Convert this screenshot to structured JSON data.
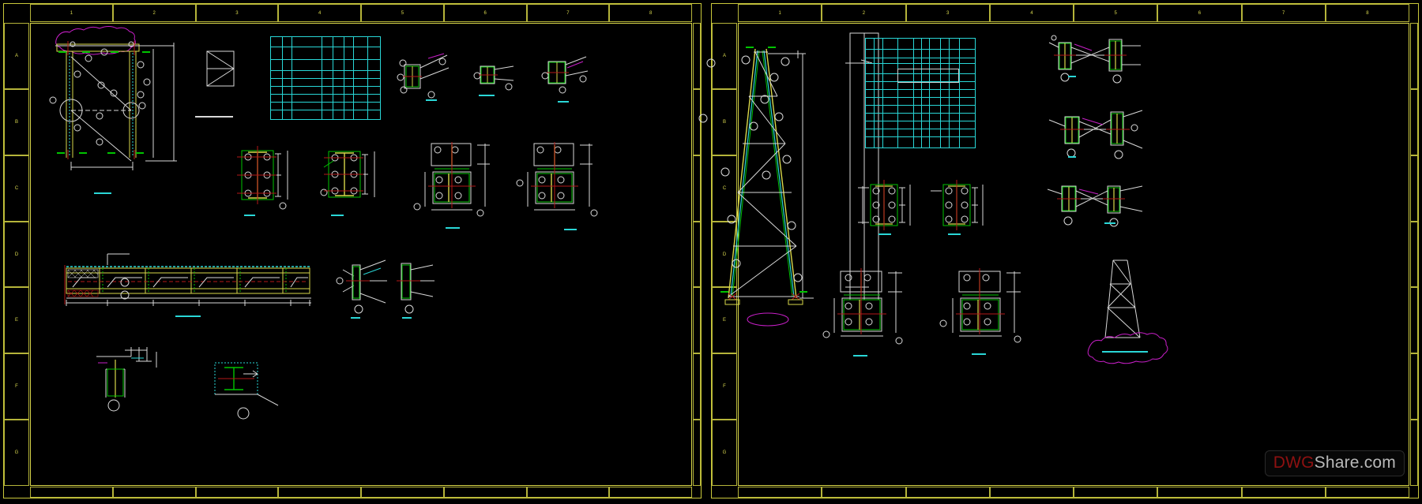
{
  "app": {
    "title": "DWG Drawing Preview",
    "background_color": "#000000",
    "frame_color": "#d8d64a"
  },
  "watermark": {
    "prefix": "DWG",
    "suffix": "Share.com",
    "prefix_color": "#8e1111",
    "suffix_color": "#b9b9b9"
  },
  "sheets": [
    {
      "id": "sheet-left",
      "name": "left-drawing-sheet",
      "column_marks": [
        "1",
        "2",
        "3",
        "4",
        "5",
        "6",
        "7",
        "8"
      ],
      "row_marks": [
        "A",
        "B",
        "C",
        "D",
        "E",
        "F",
        "G"
      ],
      "details": [
        {
          "name": "portal-frame-elevation",
          "label": ""
        },
        {
          "name": "bracing-detail-symbol",
          "label": ""
        },
        {
          "name": "member-schedule-table",
          "label": ""
        },
        {
          "name": "joint-detail-1",
          "label": ""
        },
        {
          "name": "joint-detail-2",
          "label": ""
        },
        {
          "name": "joint-detail-3",
          "label": ""
        },
        {
          "name": "splice-detail-1",
          "label": ""
        },
        {
          "name": "splice-detail-2",
          "label": ""
        },
        {
          "name": "base-plate-detail-1",
          "label": ""
        },
        {
          "name": "base-plate-detail-2",
          "label": ""
        },
        {
          "name": "truss-girder-elevation",
          "label": ""
        },
        {
          "name": "gusset-connection-1",
          "label": ""
        },
        {
          "name": "gusset-connection-2",
          "label": ""
        },
        {
          "name": "anchor-detail-1",
          "label": ""
        },
        {
          "name": "anchor-detail-2",
          "label": ""
        }
      ]
    },
    {
      "id": "sheet-right",
      "name": "right-drawing-sheet",
      "column_marks": [
        "1",
        "2",
        "3",
        "4",
        "5",
        "6",
        "7",
        "8"
      ],
      "row_marks": [
        "A",
        "B",
        "C",
        "D",
        "E",
        "F",
        "G"
      ],
      "details": [
        {
          "name": "lattice-tower-elevation",
          "label": ""
        },
        {
          "name": "tower-height-dimension",
          "label": ""
        },
        {
          "name": "bolt-schedule-table",
          "label": ""
        },
        {
          "name": "tower-joint-detail-1",
          "label": ""
        },
        {
          "name": "tower-joint-detail-2",
          "label": ""
        },
        {
          "name": "tower-joint-detail-3",
          "label": ""
        },
        {
          "name": "leg-splice-detail-1",
          "label": ""
        },
        {
          "name": "leg-splice-detail-2",
          "label": ""
        },
        {
          "name": "base-connection-1",
          "label": ""
        },
        {
          "name": "base-connection-2",
          "label": ""
        },
        {
          "name": "tower-key-plan",
          "label": ""
        }
      ]
    }
  ],
  "colors": {
    "cad_white": "#d9d9d9",
    "cad_green": "#00c400",
    "cad_yellow": "#d8d84a",
    "cad_cyan": "#2ad7d7",
    "cad_magenta": "#c81fc8",
    "cad_red": "#b41818"
  },
  "markup": {
    "revision_cloud_count": 3,
    "selection_rect_visible": true
  }
}
